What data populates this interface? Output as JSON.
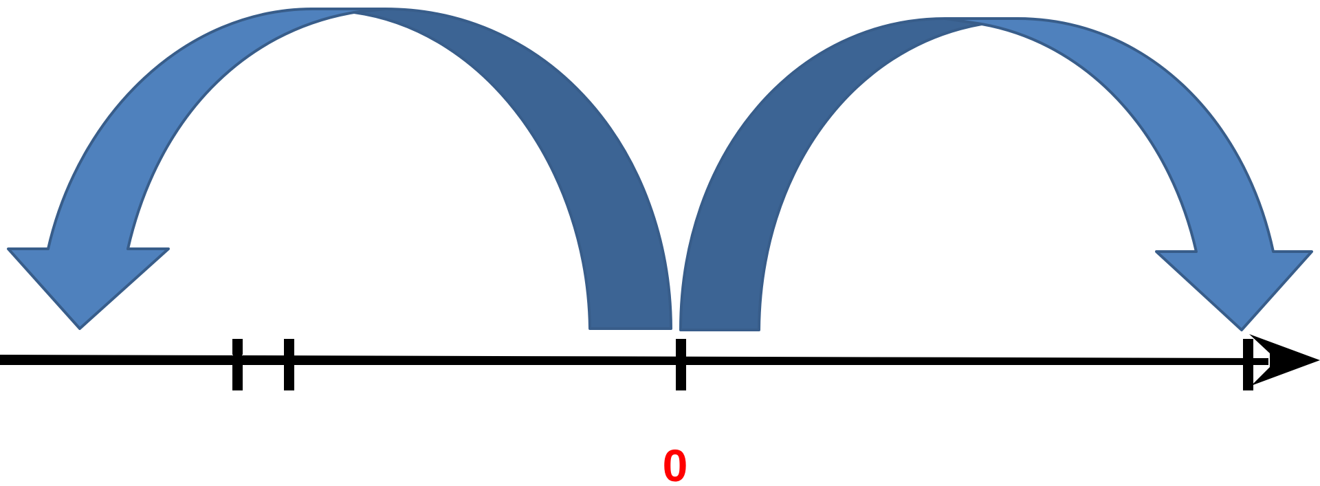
{
  "number_line": {
    "zero_label": "0",
    "zero_label_color": "#ff0000",
    "line_color": "#000000",
    "tick_labels": [
      "",
      "",
      "0",
      ""
    ]
  },
  "arrows": {
    "light_color": "#4f81bd",
    "dark_color": "#3c6494",
    "outline_color": "#385d8a",
    "left_jump_direction": "left",
    "right_jump_direction": "right"
  },
  "icons": {
    "axis_head": "arrowhead-right-icon"
  }
}
